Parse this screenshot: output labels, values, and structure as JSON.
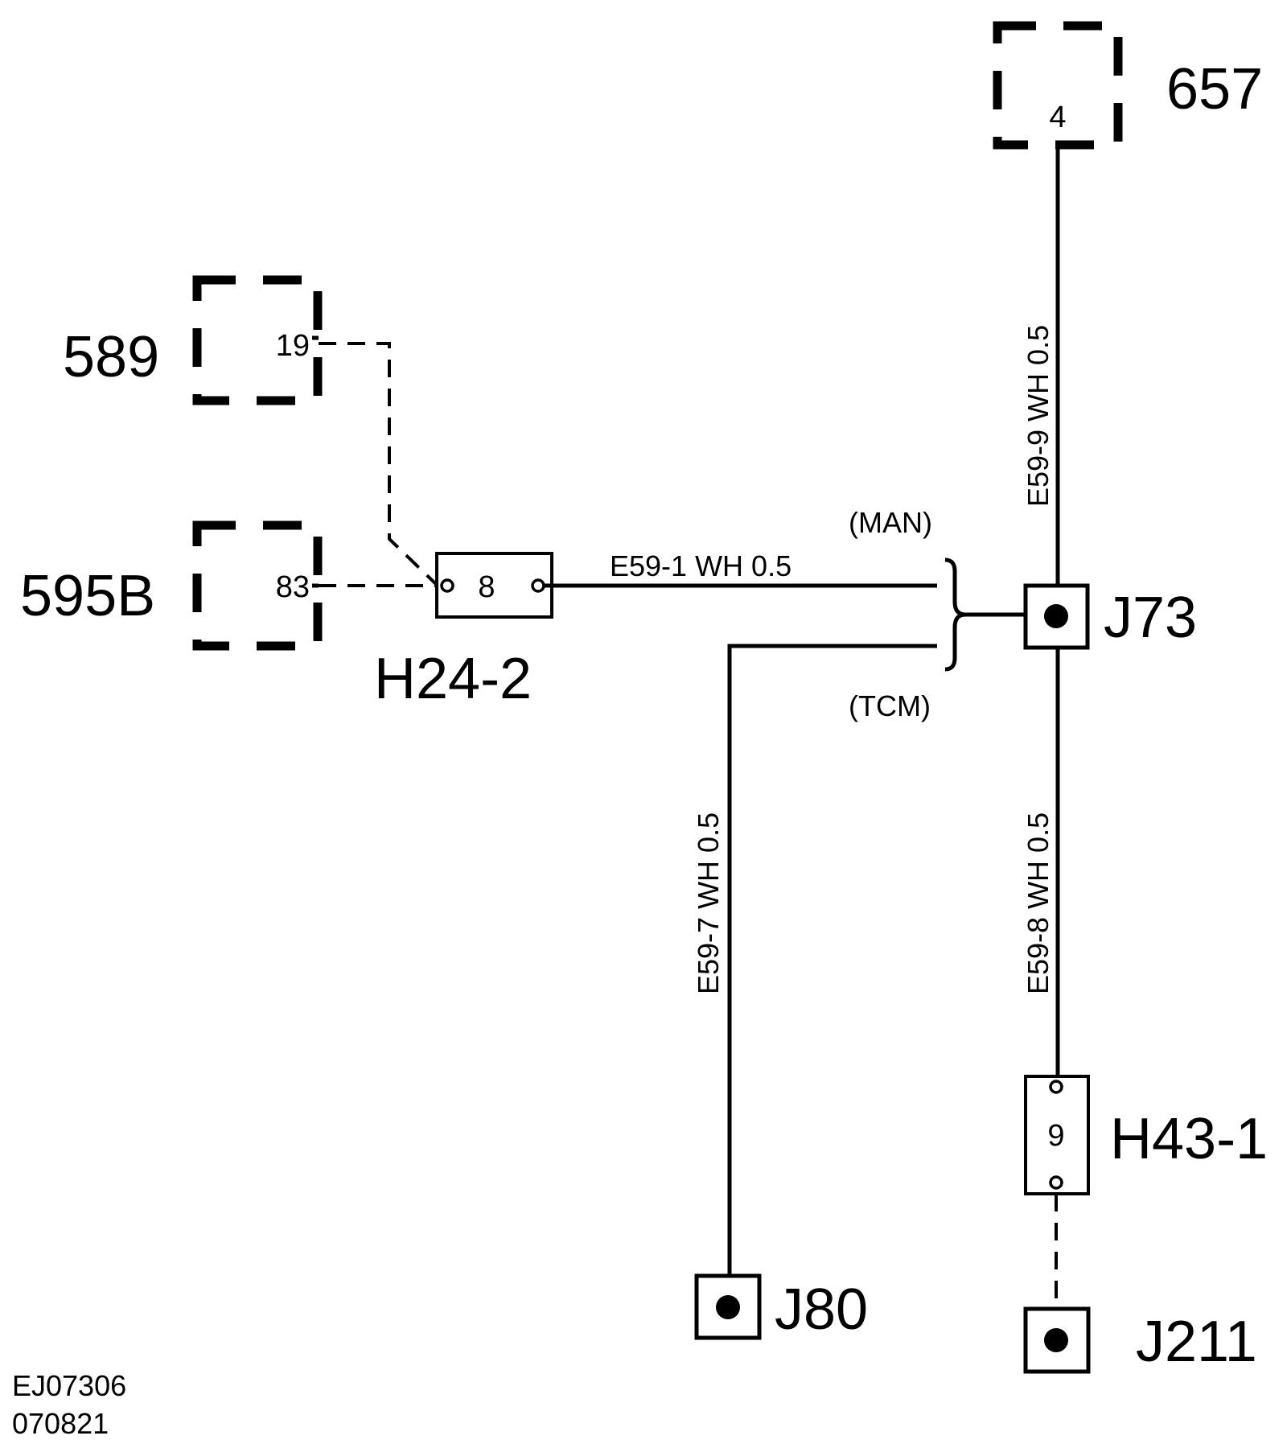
{
  "components": {
    "c657": {
      "label": "657",
      "pin": "4"
    },
    "c589": {
      "label": "589",
      "pin": "19"
    },
    "c595b": {
      "label": "595B",
      "pin": "83"
    }
  },
  "connectors": {
    "h24_2": {
      "label": "H24-2",
      "pin": "8"
    },
    "h43_1": {
      "label": "H43-1",
      "pin": "9"
    }
  },
  "splices": {
    "j73": "J73",
    "j80": "J80",
    "j211": "J211"
  },
  "wires": {
    "e59_1": "E59-1 WH  0.5",
    "e59_9": "E59-9   WH  0.5",
    "e59_7": "E59-7   WH  0.5",
    "e59_8": "E59-8   WH  0.5"
  },
  "options": {
    "man": "(MAN)",
    "tcm": "(TCM)"
  },
  "footer": {
    "code": "EJ07306",
    "date": "070821"
  }
}
